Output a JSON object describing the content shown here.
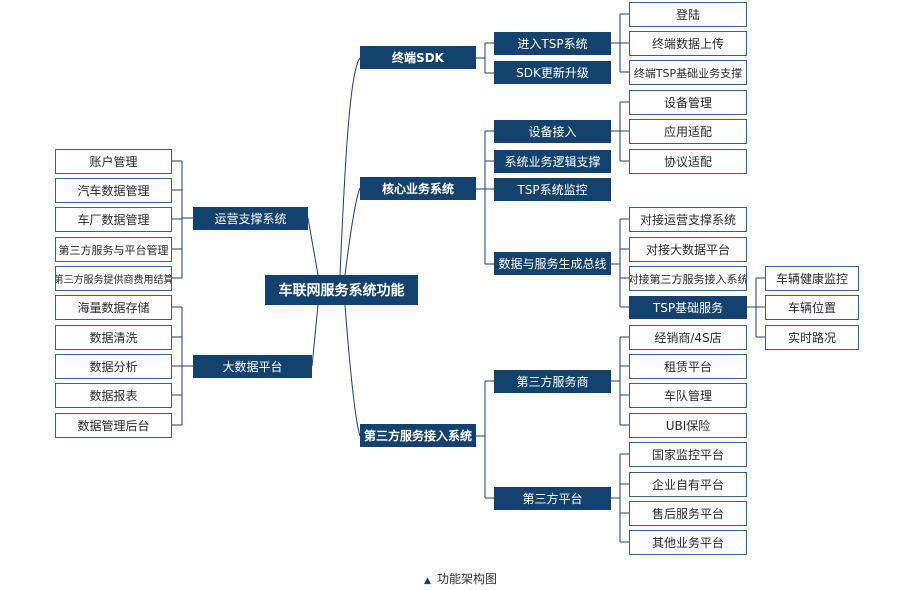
{
  "root": {
    "label": "车联网服务系统功能"
  },
  "sdk": {
    "label": "终端SDK",
    "children": [
      {
        "label": "进入TSP系统",
        "items": [
          "登陆",
          "终端数据上传",
          "终端TSP基础业务支撑"
        ]
      },
      {
        "label": "SDK更新升级"
      }
    ]
  },
  "core": {
    "label": "核心业务系统",
    "children": [
      {
        "label": "设备接入",
        "items": [
          "设备管理",
          "应用适配",
          "协议适配"
        ]
      },
      {
        "label": "系统业务逻辑支撑"
      },
      {
        "label": "TSP系统监控"
      },
      {
        "label": "数据与服务生成总线",
        "items": [
          "对接运营支撑系统",
          "对接大数据平台",
          "对接第三方服务接入系统",
          "TSP基础服务"
        ]
      }
    ],
    "tsp_services": [
      "车辆健康监控",
      "车辆位置",
      "实时路况"
    ]
  },
  "third": {
    "label": "第三方服务接入系统",
    "children": [
      {
        "label": "第三方服务商",
        "items": [
          "经销商/4S店",
          "租赁平台",
          "车队管理",
          "UBI保险"
        ]
      },
      {
        "label": "第三方平台",
        "items": [
          "国家监控平台",
          "企业自有平台",
          "售后服务平台",
          "其他业务平台"
        ]
      }
    ]
  },
  "ops": {
    "label": "运营支撑系统",
    "items": [
      "账户管理",
      "汽车数据管理",
      "车厂数据管理",
      "第三方服务与平台管理",
      "第三方服务提供商费用结算"
    ]
  },
  "bigdata": {
    "label": "大数据平台",
    "items": [
      "海量数据存储",
      "数据清洗",
      "数据分析",
      "数据报表",
      "数据管理后台"
    ]
  },
  "caption": {
    "label": "功能架构图"
  }
}
